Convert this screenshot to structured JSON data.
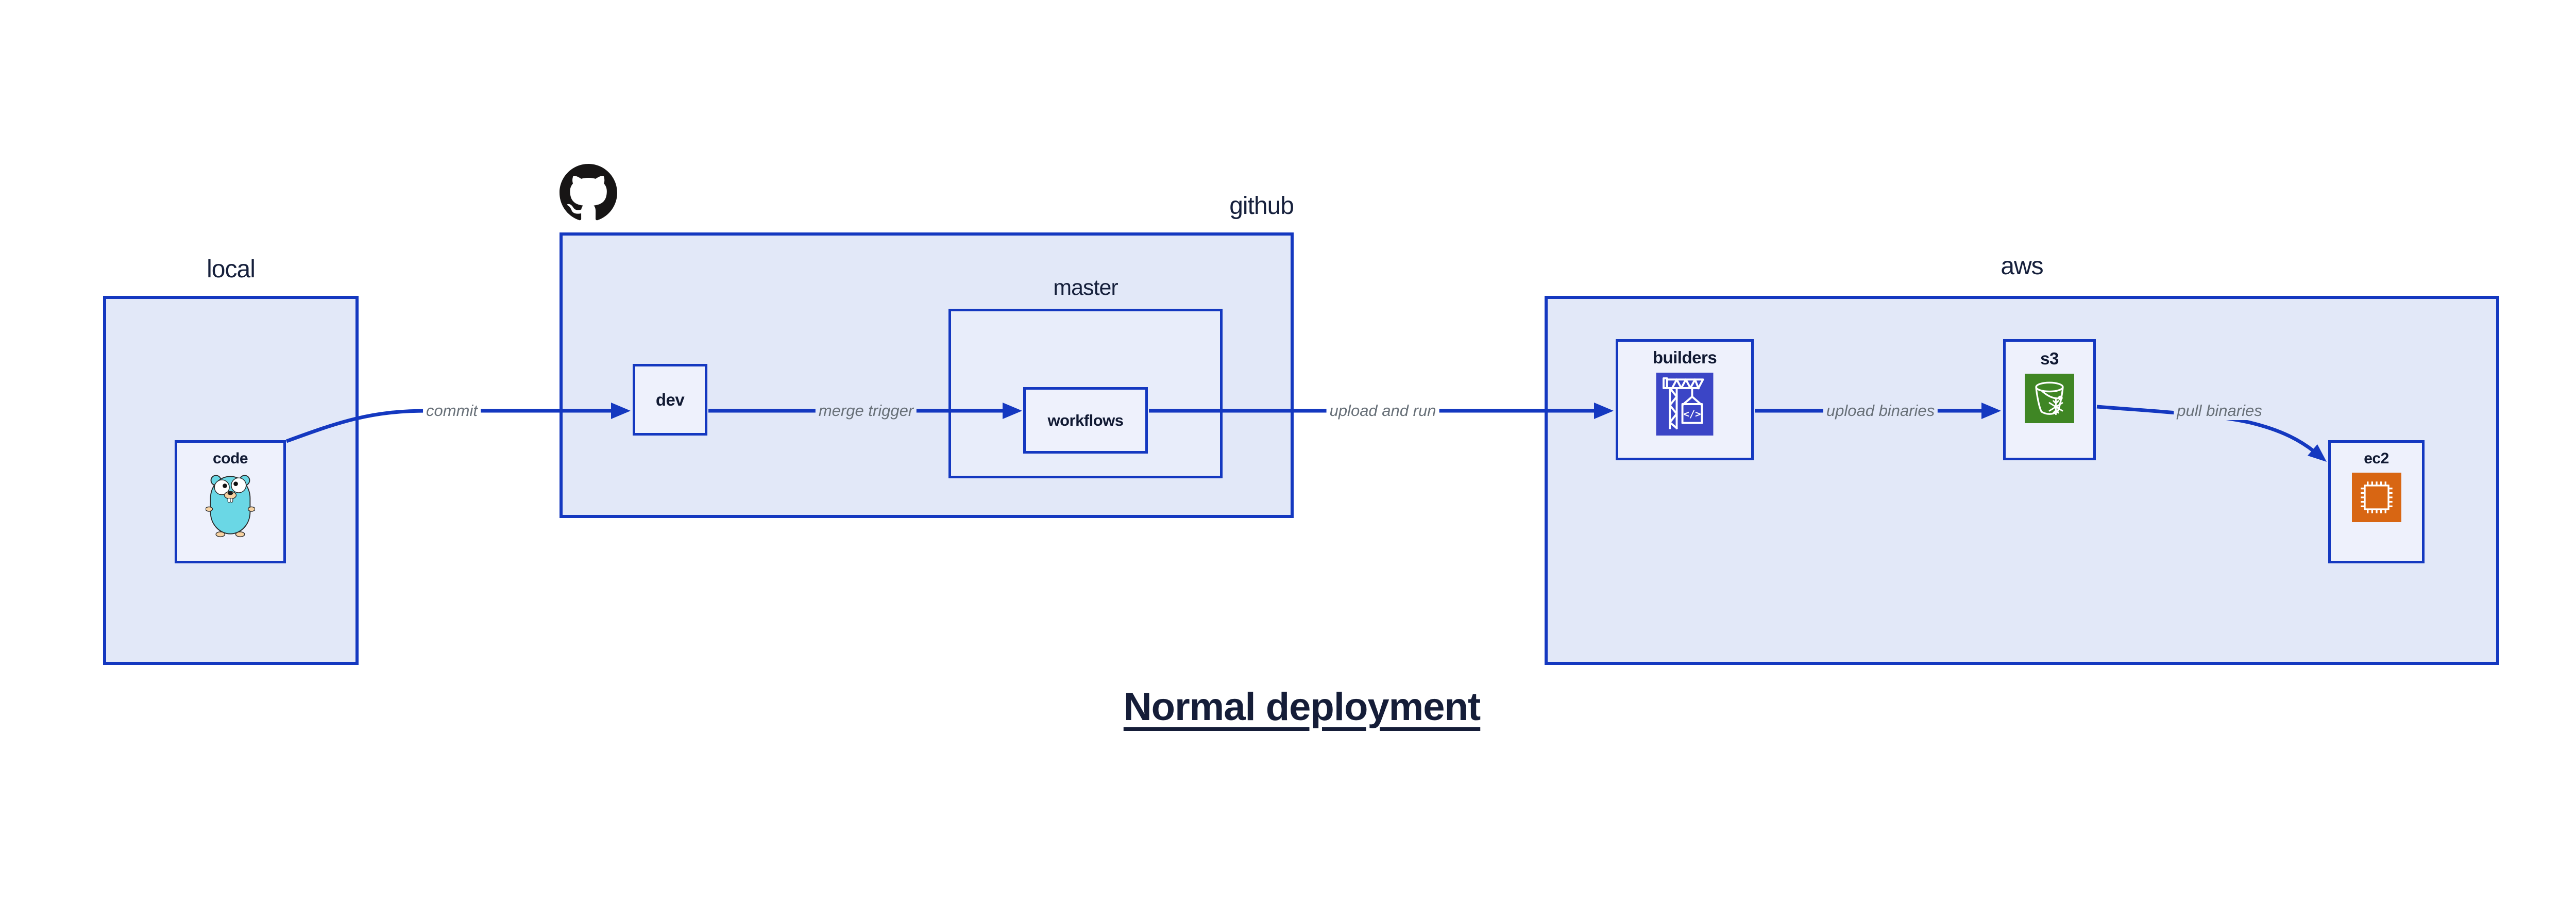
{
  "title": "Normal deployment",
  "groups": {
    "local": {
      "label": "local"
    },
    "github": {
      "label": "github"
    },
    "master": {
      "label": "master"
    },
    "aws": {
      "label": "aws"
    }
  },
  "nodes": {
    "code": {
      "label": "code"
    },
    "dev": {
      "label": "dev"
    },
    "workflows": {
      "label": "workflows"
    },
    "builders": {
      "label": "builders"
    },
    "s3": {
      "label": "s3"
    },
    "ec2": {
      "label": "ec2"
    }
  },
  "edges": {
    "commit": {
      "label": "commit"
    },
    "merge_trigger": {
      "label": "merge trigger"
    },
    "upload_and_run": {
      "label": "upload and run"
    },
    "upload_binaries": {
      "label": "upload binaries"
    },
    "pull_binaries": {
      "label": "pull binaries"
    }
  },
  "icons": {
    "github_logo": "github-octocat-icon",
    "code": "go-gopher-icon",
    "builders": "aws-codebuild-crane-icon",
    "s3": "aws-s3-glacier-bucket-icon",
    "ec2": "aws-ec2-chip-icon",
    "builders_glyph": "</>"
  },
  "colors": {
    "box_border": "#1438c0",
    "group_fill": "#e2e8f8",
    "node_fill": "#eef1fc",
    "arrow": "#1438c0",
    "edge_label_text": "#687078",
    "heading_text": "#16203c",
    "title_text": "#151d38",
    "github_logo": "#171515",
    "codebuild_bg": "#3b45c6",
    "s3_bg": "#3f8624",
    "ec2_bg": "#d86613",
    "gopher_body": "#6ad7e5",
    "gopher_accent": "#f6d2a2"
  }
}
